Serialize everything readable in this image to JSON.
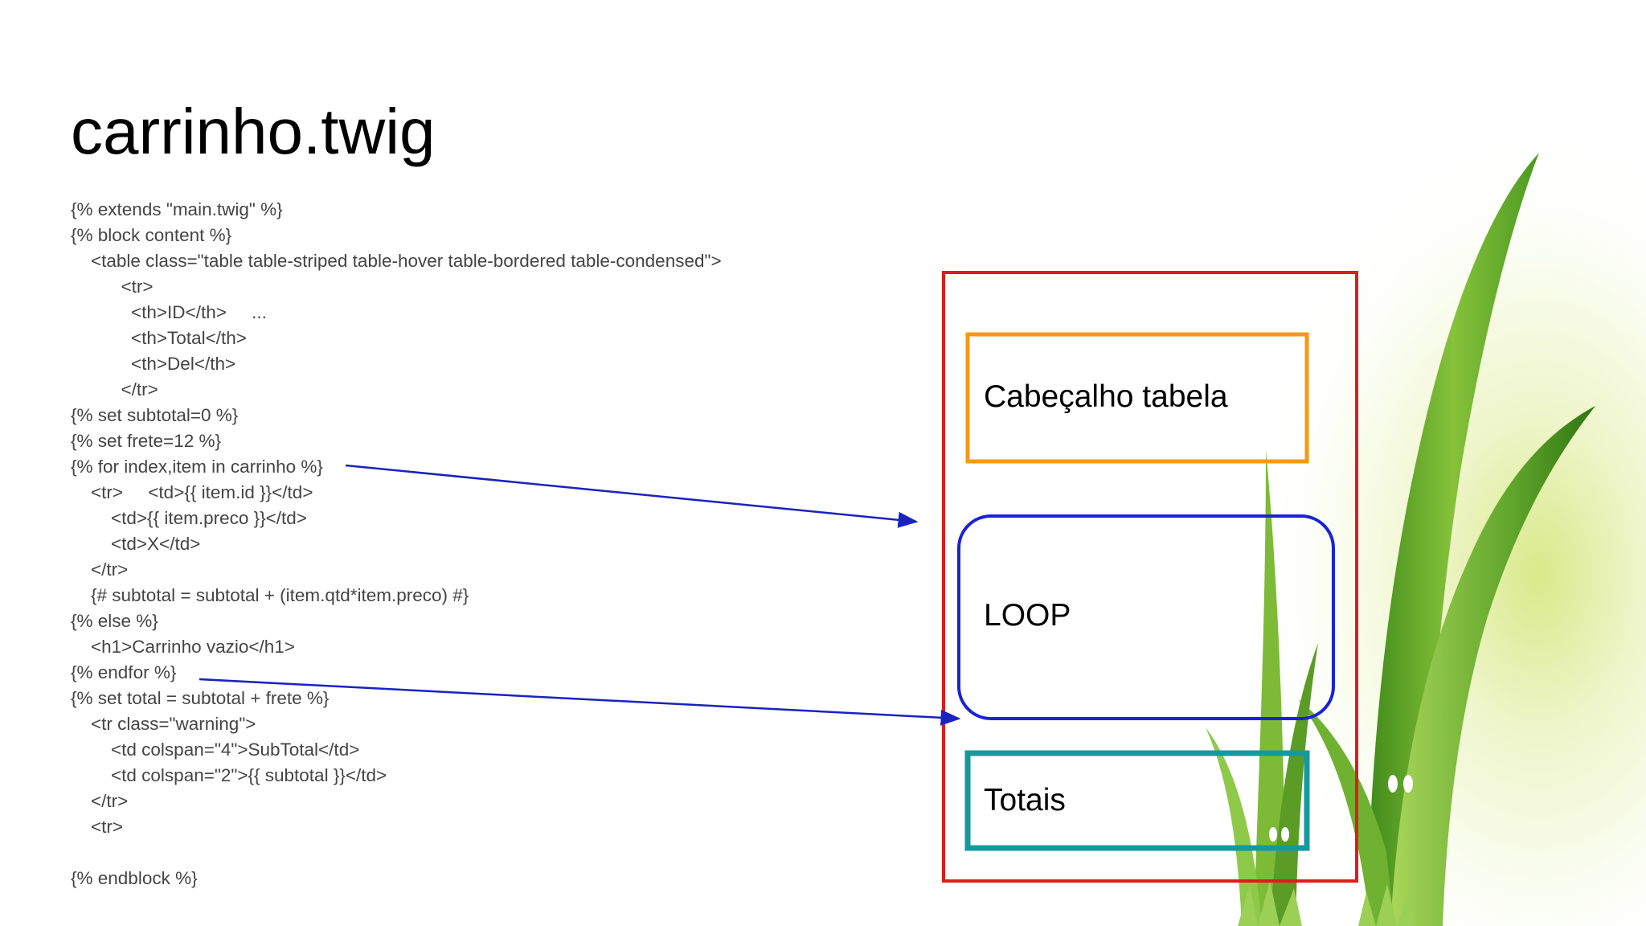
{
  "slide": {
    "title": "carrinho.twig",
    "code_lines": [
      "{% extends \"main.twig\" %}",
      "{% block content %}",
      "    <table class=\"table table-striped table-hover table-bordered table-condensed\">",
      "          <tr>",
      "            <th>ID</th>     ...",
      "            <th>Total</th>",
      "            <th>Del</th>",
      "          </tr>",
      "{% set subtotal=0 %}",
      "{% set frete=12 %}",
      "{% for index,item in carrinho %}",
      "    <tr>     <td>{{ item.id }}</td>",
      "        <td>{{ item.preco }}</td>",
      "        <td>X</td>",
      "    </tr>",
      "    {# subtotal = subtotal + (item.qtd*item.preco) #}",
      "{% else %}",
      "    <h1>Carrinho vazio</h1>",
      "{% endfor %}",
      "{% set total = subtotal + frete %}",
      "    <tr class=\"warning\">",
      "        <td colspan=\"4\">SubTotal</td>",
      "        <td colspan=\"2\">{{ subtotal }}</td>",
      "    </tr>",
      "    <tr>",
      "",
      "{% endblock %}"
    ]
  },
  "diagram": {
    "header_label": "Cabeçalho tabela",
    "loop_label": "LOOP",
    "totals_label": "Totais",
    "colors": {
      "outer_frame": "#e01b1b",
      "header_box": "#f59a12",
      "loop_box": "#1a22d6",
      "totals_box": "#14999e",
      "arrows": "#1a22c0"
    }
  }
}
